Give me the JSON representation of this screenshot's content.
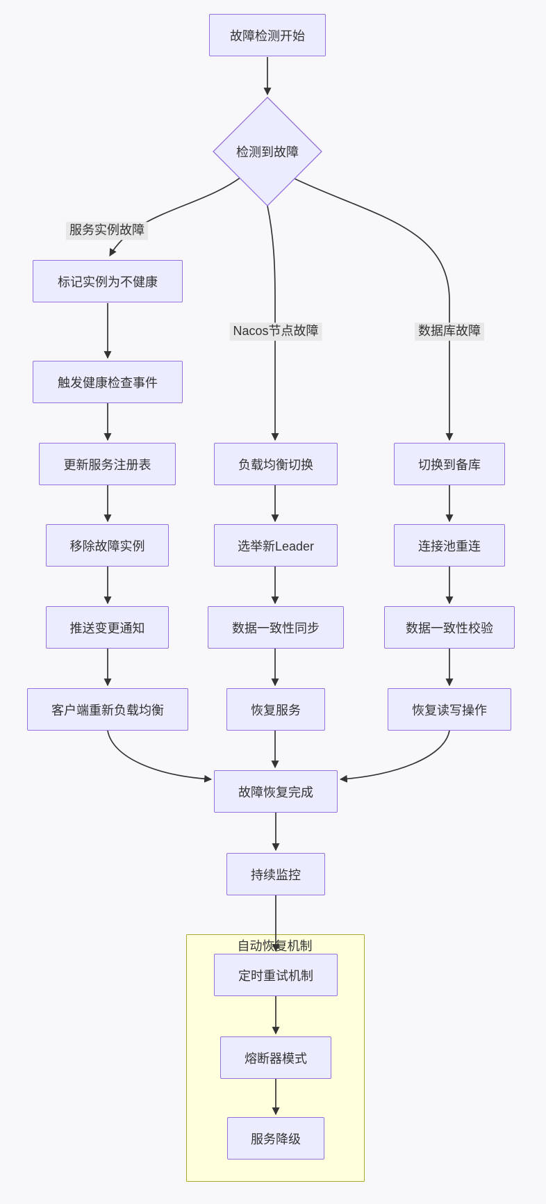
{
  "diagram_type": "flowchart",
  "nodes": {
    "start": "故障检测开始",
    "decision": "检测到故障",
    "l1": "标记实例为不健康",
    "l2": "触发健康检查事件",
    "l3": "更新服务注册表",
    "l4": "移除故障实例",
    "l5": "推送变更通知",
    "l6": "客户端重新负载均衡",
    "m1": "负载均衡切换",
    "m2": "选举新Leader",
    "m3": "数据一致性同步",
    "m4": "恢复服务",
    "r1": "切换到备库",
    "r2": "连接池重连",
    "r3": "数据一致性校验",
    "r4": "恢复读写操作",
    "merge": "故障恢复完成",
    "monitor": "持续监控",
    "a1": "定时重试机制",
    "a2": "熔断器模式",
    "a3": "服务降级"
  },
  "edge_labels": {
    "service_instance": "服务实例故障",
    "nacos_node": "Nacos节点故障",
    "database": "数据库故障"
  },
  "subgraph": {
    "title": "自动恢复机制"
  },
  "colors": {
    "node_fill": "#ECECFF",
    "node_border": "#9370DB",
    "subgraph_fill": "#FFFFDE",
    "subgraph_border": "#AAAA33",
    "edge_color": "#333333",
    "label_bg": "#E8E8E8",
    "text_color": "#333333",
    "background": "#F8F8FA"
  }
}
